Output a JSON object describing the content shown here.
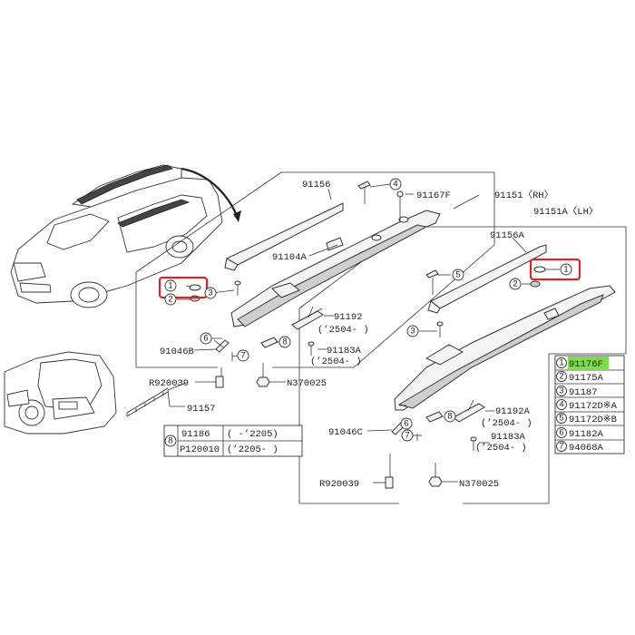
{
  "callouts": {
    "c1": "1",
    "c2": "2",
    "c3": "3",
    "c4": "4",
    "c5": "5",
    "c6": "6",
    "c7": "7",
    "c8": "8"
  },
  "labels": {
    "p91156": "91156",
    "p91167f": "91167F",
    "p91151rh": "91151〈RH〉",
    "p91151alh": "91151A〈LH〉",
    "p91104a": "91104A",
    "p91156a": "91156A",
    "p91192": "91192",
    "p91192_range": "(’2504-  )",
    "p91046b": "91046B",
    "p91183a": "91183A",
    "p91183a_range": "(’2504-  )",
    "r920039_top": "R920039",
    "n370025_top": "N370025",
    "p91157": "91157",
    "p91192a": "91192A",
    "p91192a_range": "(’2504-  )",
    "p91046c": "91046C",
    "p91183a_b": "91183A",
    "p91183a_b_range": "(’2504-  )",
    "r920039_bottom": "R920039",
    "n370025_bottom": "N370025"
  },
  "table8": {
    "callout": "8",
    "rows": [
      {
        "part": "91186",
        "range": "(    -’2205)"
      },
      {
        "part": "P120010",
        "range": "(’2205-    )"
      }
    ]
  },
  "parts_table": {
    "rows": [
      {
        "num": "1",
        "part": "91176F",
        "highlight": true
      },
      {
        "num": "2",
        "part": "91175A",
        "highlight": false
      },
      {
        "num": "3",
        "part": "91187",
        "highlight": false
      },
      {
        "num": "4",
        "part": "91172D※A",
        "highlight": false
      },
      {
        "num": "5",
        "part": "91172D※B",
        "highlight": false
      },
      {
        "num": "6",
        "part": "91182A",
        "highlight": false
      },
      {
        "num": "7",
        "part": "94068A",
        "highlight": false
      }
    ],
    "highlight_color": "#7ddc4b"
  },
  "colors": {
    "highlight_box": "#d8262b",
    "line": "#333333"
  }
}
